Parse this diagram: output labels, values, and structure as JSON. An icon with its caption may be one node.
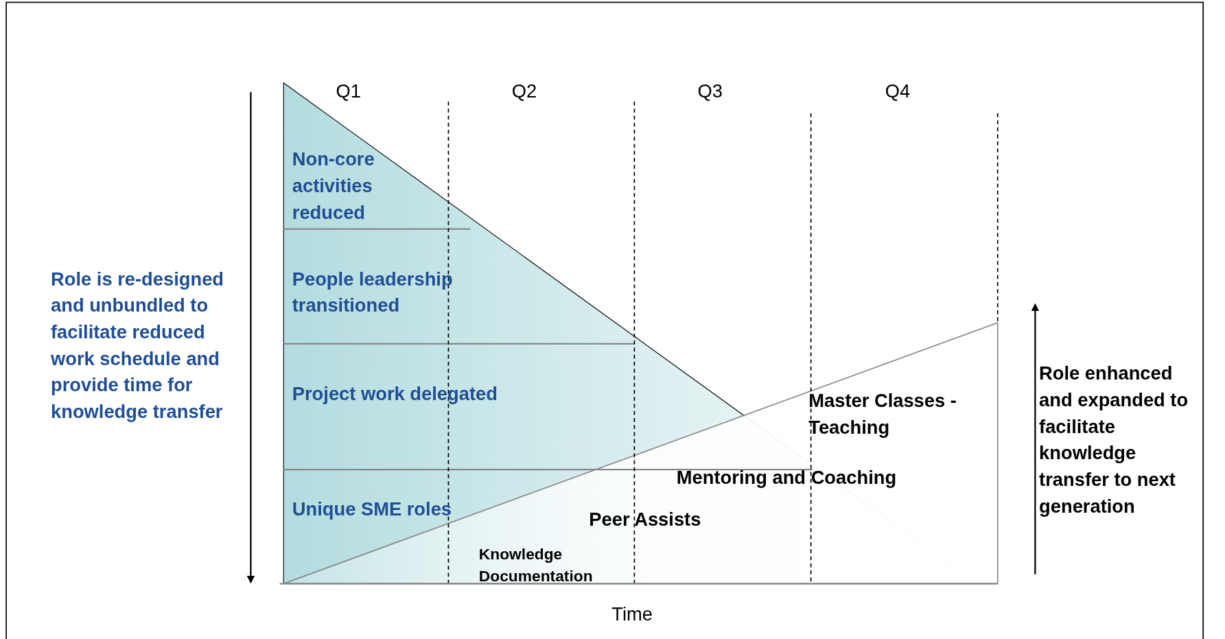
{
  "diagram": {
    "labels": [
      "Q1",
      "Q2",
      "Q3",
      "Q4",
      "Non-core activities reduced",
      "Role is re-designed and unbundled to facilitate reduced work schedule and provide time for knowledge transfer",
      "People leadership transitioned",
      "Project work delegated",
      "Master Classes - Teaching",
      "Role enhanced and expanded to facilitate knowledge transfer to next generation",
      "Mentoring and Coaching",
      "Unique SME roles",
      "Peer Assists",
      "Knowledge Documentation",
      "Time"
    ]
  }
}
